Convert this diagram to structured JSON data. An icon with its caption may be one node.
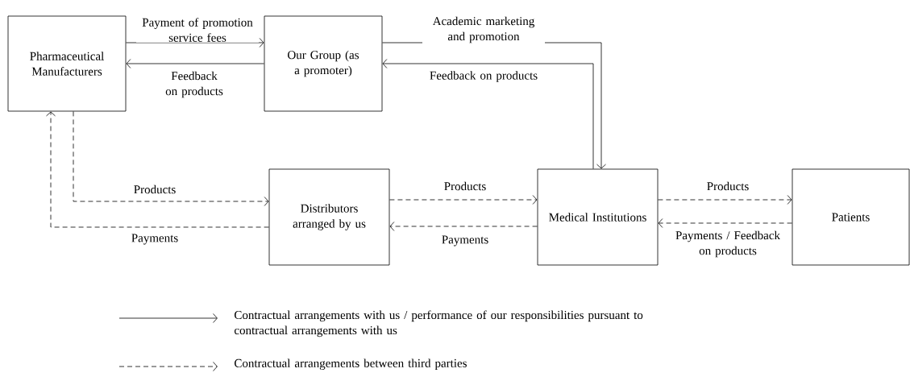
{
  "diagram": {
    "nodes": [
      {
        "text": [
          "Pharmaceutical Manufacturers"
        ]
      },
      {
        "text": [
          "Our Group (as a promoter)"
        ]
      },
      {
        "text": [
          "Distributors arranged by us"
        ]
      },
      {
        "text": [
          "Medical Institutions"
        ]
      },
      {
        "text": [
          "Patients"
        ]
      }
    ],
    "edges": [
      {
        "from": 0,
        "to": 1,
        "arrow": "to",
        "label": "Payment of promotion service fees"
      },
      {
        "from": 1,
        "to": 0,
        "arrow": "to",
        "label": "Feedback on products"
      },
      {
        "from": 1,
        "to": 3,
        "arrow": "to",
        "label": "Academic marketing and promotion"
      },
      {
        "from": 3,
        "to": 1,
        "arrow": "to",
        "label": "Feedback on products"
      },
      {
        "from": 0,
        "to": 2,
        "arrow": "to",
        "label": "Products",
        "style": "dashed"
      },
      {
        "from": 2,
        "to": 0,
        "arrow": "to",
        "label": "Payments",
        "style": "dashed"
      },
      {
        "from": 2,
        "to": 3,
        "arrow": "to",
        "label": "Products",
        "style": "dashed"
      },
      {
        "from": 3,
        "to": 2,
        "arrow": "to",
        "label": "Payments",
        "style": "dashed"
      },
      {
        "from": 3,
        "to": 4,
        "arrow": "to",
        "label": "Products",
        "style": "dashed"
      },
      {
        "from": 4,
        "to": 3,
        "arrow": "to",
        "label": "Payments / Feedback on products",
        "style": "dashed"
      }
    ],
    "legend": [
      {
        "text": "Contractual arrangements with us / performance of our responsibilities pursuant to contractual arrangements with us"
      },
      {
        "text": "Contractual arrangements between third parties"
      }
    ]
  }
}
